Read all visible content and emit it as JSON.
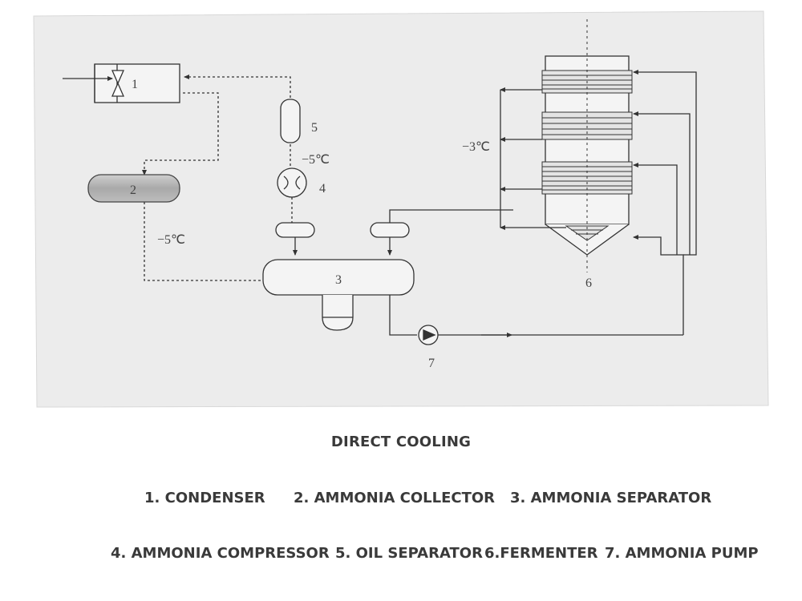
{
  "diagram": {
    "labels": {
      "condenser": "1",
      "collector": "2",
      "separator": "3",
      "compressor": "4",
      "oil_separator": "5",
      "fermenter": "6",
      "pump": "7"
    },
    "temps": {
      "compressor_line": "−5℃",
      "collector_line": "−5℃",
      "fermenter": "−3℃"
    }
  },
  "caption": {
    "title": "DIRECT COOLING",
    "legend": [
      "1. CONDENSER",
      "2. AMMONIA COLLECTOR",
      "3. AMMONIA SEPARATOR",
      "4. AMMONIA COMPRESSOR",
      "5. OIL SEPARATOR",
      "6.FERMENTER",
      "7. AMMONIA PUMP"
    ]
  }
}
